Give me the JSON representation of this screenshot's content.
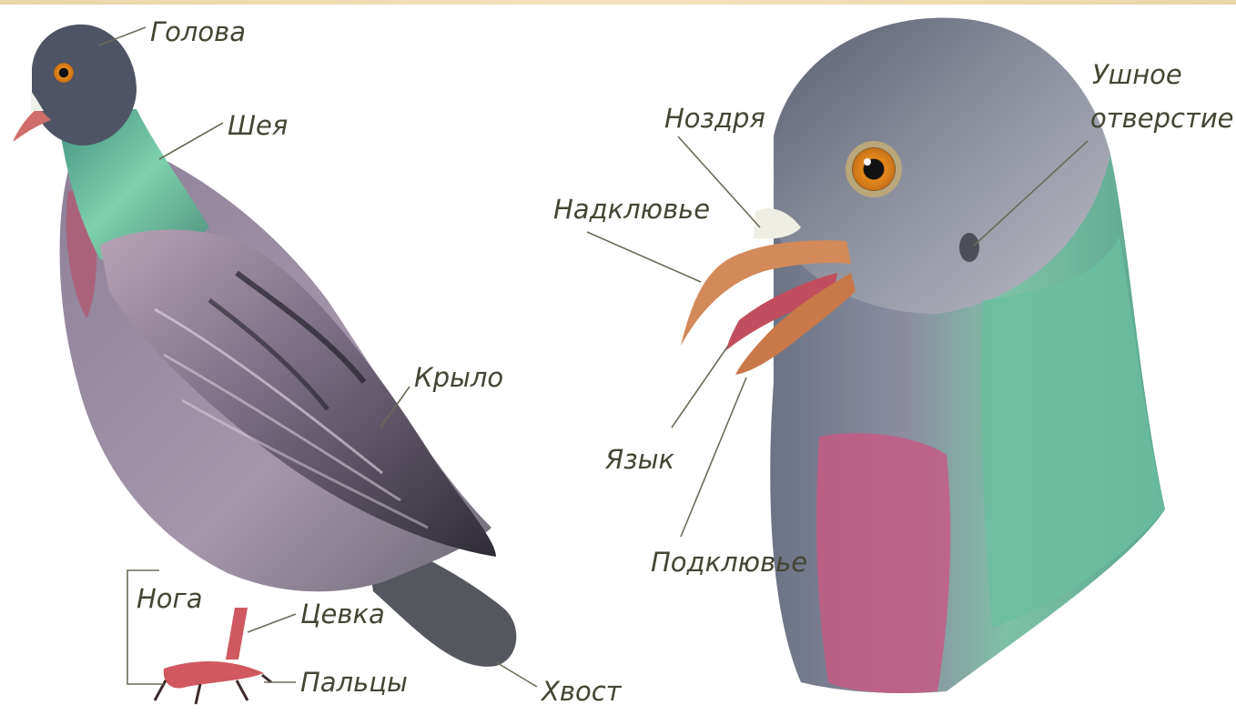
{
  "labels": {
    "head": "Голова",
    "neck": "Шея",
    "wing": "Крыло",
    "leg": "Нога",
    "tarsus": "Цевка",
    "toes": "Пальцы",
    "tail": "Хвост",
    "nostril": "Ноздря",
    "upper_beak": "Надклювье",
    "ear_opening_line1": "Ушное",
    "ear_opening_line2": "отверстие",
    "tongue": "Язык",
    "lower_beak": "Подклювье"
  },
  "colors": {
    "label_text": "#454534",
    "leader_line": "#6b6b58",
    "top_accent": "#f3e3bd",
    "plumage_grey": "#5f6577",
    "plumage_violet": "#8f8098",
    "neck_green": "#6fc0a2",
    "breast_magenta": "#c2527c",
    "beak_orange": "#d78a56",
    "leg_red": "#d0545a",
    "eye_orange": "#e0871e"
  }
}
